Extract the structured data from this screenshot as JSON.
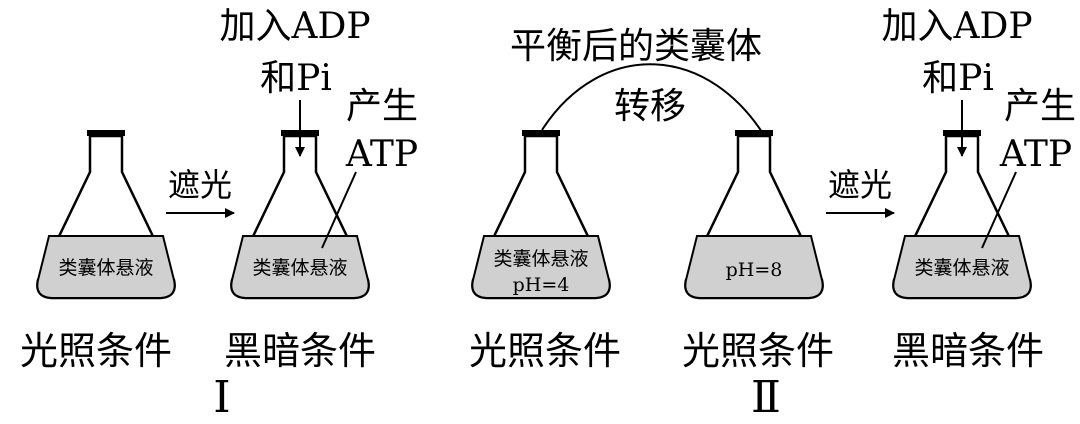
{
  "flasks": [
    {
      "liquid_text": "类囊体悬液",
      "liquid_subtext": "",
      "condition": "光照条件"
    },
    {
      "liquid_text": "类囊体悬液",
      "liquid_subtext": "",
      "condition": "黑暗条件"
    },
    {
      "liquid_text": "类囊体悬液",
      "liquid_subtext": "pH=4",
      "condition": "光照条件"
    },
    {
      "liquid_text": "pH=8",
      "liquid_subtext": "",
      "condition": "光照条件"
    },
    {
      "liquid_text": "类囊体悬液",
      "liquid_subtext": "",
      "condition": "黑暗条件"
    }
  ],
  "arrows": {
    "shade_1": "遮光",
    "shade_2": "遮光",
    "transfer_line1": "平衡后的类囊体",
    "transfer_line2": "转移"
  },
  "annotations": {
    "add_1_line1": "加入ADP",
    "add_1_line2": "和Pi",
    "produce_1_line1": "产生",
    "produce_1_line2": "ATP",
    "add_2_line1": "加入ADP",
    "add_2_line2": "和Pi",
    "produce_2_line1": "产生",
    "produce_2_line2": "ATP"
  },
  "groups": {
    "group_1": "Ⅰ",
    "group_2": "Ⅱ"
  }
}
